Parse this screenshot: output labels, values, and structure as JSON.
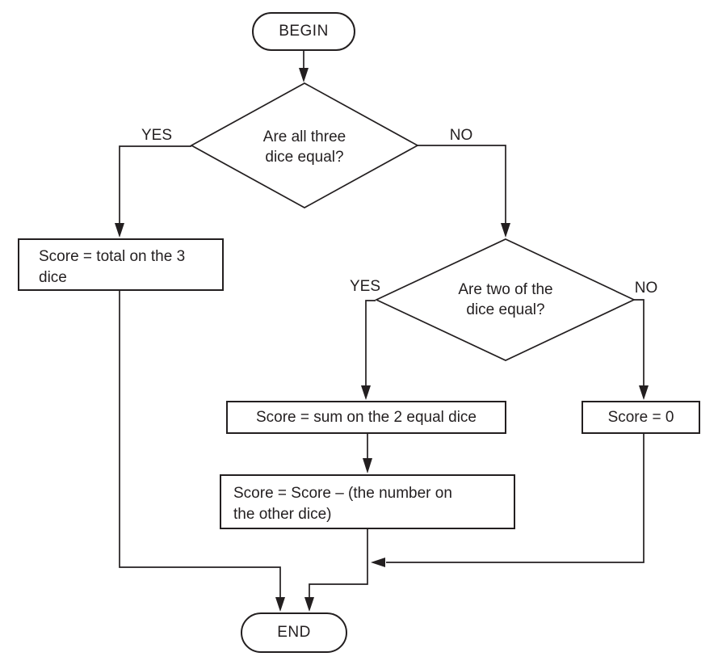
{
  "diagram": {
    "terminals": {
      "begin": "BEGIN",
      "end": "END"
    },
    "decisions": [
      {
        "question_line1": "Are all three",
        "question_line2": "dice equal?",
        "yes": "YES",
        "no": "NO"
      },
      {
        "question_line1": "Are two of the",
        "question_line2": "dice equal?",
        "yes": "YES",
        "no": "NO"
      }
    ],
    "processes": {
      "score_total": {
        "line1": "Score = total on the 3",
        "line2": "dice"
      },
      "score_sum": {
        "line1": "Score = sum on the 2 equal dice"
      },
      "score_subtract": {
        "line1": "Score = Score – (the number on",
        "line2": "the other dice)"
      },
      "score_zero": {
        "line1": "Score = 0"
      }
    },
    "colors": {
      "line": "#231f20",
      "text": "#231f20",
      "background": "#ffffff"
    }
  }
}
